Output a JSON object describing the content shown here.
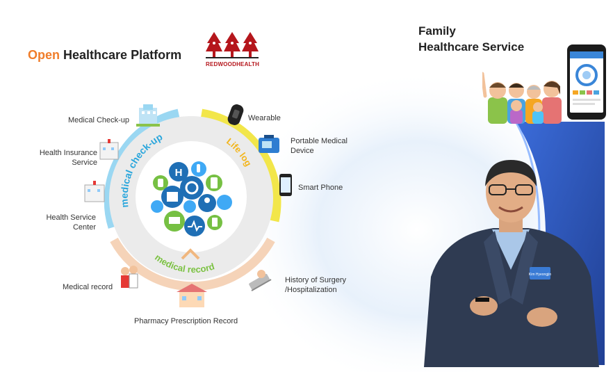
{
  "platform_title": {
    "accent": "Open",
    "rest": " Healthcare Platform"
  },
  "logo_text": "REDWOODHEALTH",
  "family_title": {
    "line1": "Family",
    "line2": "Healthcare Service"
  },
  "ring_labels": {
    "checkup": "medical check-up",
    "lifelog": "Life log",
    "record": "medical record"
  },
  "items": {
    "medical_checkup": "Medical Check-up",
    "health_insurance": [
      "Health Insurance",
      "Service"
    ],
    "health_service_center": [
      "Health Service",
      "Center"
    ],
    "medical_record": "Medical record",
    "pharmacy": "Pharmacy Prescription Record",
    "surgery": [
      "History of Surgery",
      "/Hospitalization"
    ],
    "wearable": "Wearable",
    "portable_device": [
      "Portable Medical",
      "Device"
    ],
    "smartphone": "Smart Phone"
  },
  "center_letter": "H",
  "badge_text": "Kim Hyeongjin",
  "colors": {
    "accent_orange": "#f07d2a",
    "checkup_ring": "#9ad7f2",
    "lifelog_ring": "#f2e64a",
    "record_ring": "#f5d3b8",
    "record_text": "#7cc243",
    "brand_red": "#b5161c",
    "bubble_blue": "#1f6fb5",
    "bubble_green": "#76c043",
    "bubble_light": "#3fa9f5"
  }
}
